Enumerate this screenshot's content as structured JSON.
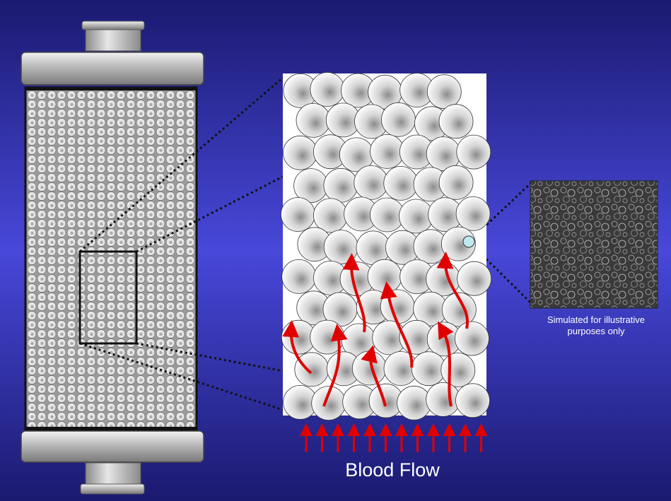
{
  "caption": {
    "line1": "Simulated for illustrative",
    "line2": "purposes only"
  },
  "flow_label": "Blood Flow",
  "colors": {
    "background_top": "#1c1c7c",
    "background_mid": "#4646d8",
    "background_bottom": "#1c1c7c",
    "arrow_red": "#e00000",
    "highlight_bead": "#bfe9ee",
    "cap_grey": "#b5b5b5"
  }
}
